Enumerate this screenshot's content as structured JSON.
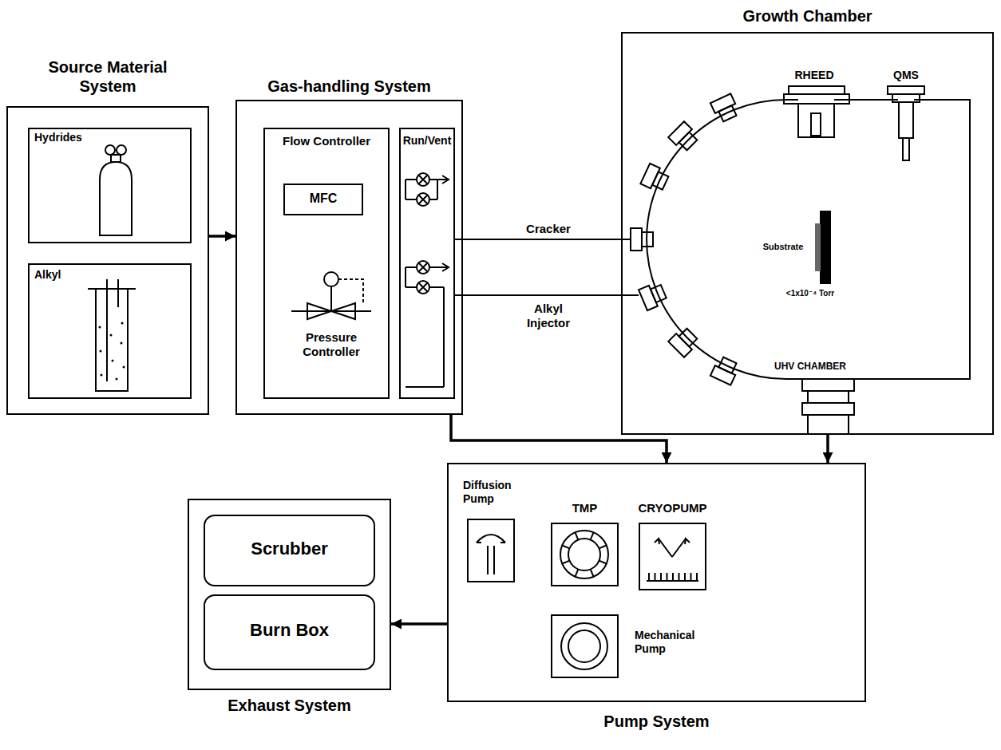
{
  "diagram": {
    "nodes": [
      {
        "text": [
          "Source Material System"
        ]
      },
      {
        "text": [
          "Hydrides"
        ],
        "in": 0
      },
      {
        "text": [
          "Alkyl"
        ],
        "in": 0
      },
      {
        "text": [
          "Gas-handling System"
        ]
      },
      {
        "text": [
          "Flow Controller",
          "Pressure Controller"
        ],
        "in": 3
      },
      {
        "text": [
          "MFC"
        ],
        "in": 4
      },
      {
        "text": [
          "Run/Vent"
        ],
        "in": 3
      },
      {
        "text": [
          "Growth Chamber"
        ]
      },
      {
        "text": [
          "Pump System"
        ]
      },
      {
        "text": [
          "Diffusion Pump"
        ],
        "in": 8
      },
      {
        "text": [
          "TMP"
        ],
        "in": 8
      },
      {
        "text": [
          "CRYOPUMP"
        ],
        "in": 8
      },
      {
        "text": [
          "Mechanical Pump"
        ],
        "in": 8
      },
      {
        "text": [
          "Exhaust System"
        ]
      },
      {
        "text": [
          "Scrubber"
        ],
        "in": 13
      },
      {
        "text": [
          "Burn Box"
        ],
        "in": 13
      }
    ],
    "edges": [
      {
        "from": 0,
        "to": 3,
        "arrow": "to"
      },
      {
        "from": 6,
        "to": 7,
        "label": "Cracker",
        "arrow": "none"
      },
      {
        "from": 6,
        "to": 7,
        "label": "Alkyl Injector",
        "arrow": "none"
      },
      {
        "from": 3,
        "to": 8,
        "arrow": "to"
      },
      {
        "from": 7,
        "to": 8,
        "arrow": "to"
      },
      {
        "from": 8,
        "to": 13,
        "arrow": "to"
      }
    ],
    "labels": [
      "RHEED",
      "QMS",
      "Substrate",
      "<1x10⁻⁴ Torr",
      "UHV CHAMBER"
    ]
  }
}
